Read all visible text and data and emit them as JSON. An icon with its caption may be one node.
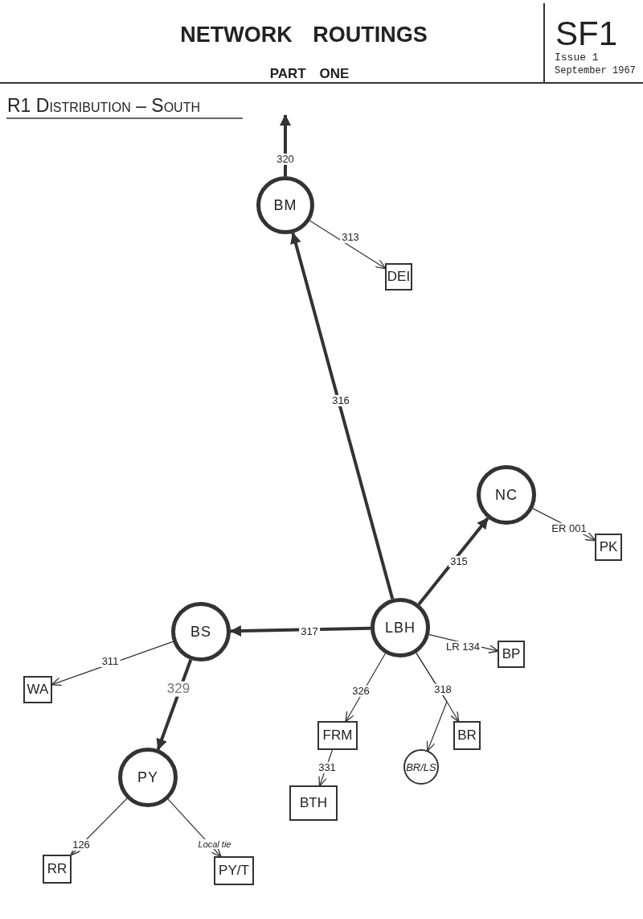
{
  "diagram": {
    "title": "NETWORK ROUTINGS",
    "nodes": [
      {
        "text": [
          "BM"
        ]
      },
      {
        "text": [
          "DEI"
        ]
      },
      {
        "text": [
          "NC"
        ]
      },
      {
        "text": [
          "PK"
        ]
      },
      {
        "text": [
          "LBH"
        ]
      },
      {
        "text": [
          "BS"
        ]
      },
      {
        "text": [
          "WA"
        ]
      },
      {
        "text": [
          "BP"
        ]
      },
      {
        "text": [
          "FRM"
        ]
      },
      {
        "text": [
          "BR"
        ]
      },
      {
        "text": [
          "BR/LS"
        ]
      },
      {
        "text": [
          "BTH"
        ]
      },
      {
        "text": [
          "PY"
        ]
      },
      {
        "text": [
          "RR"
        ]
      },
      {
        "text": [
          "PY/T"
        ]
      }
    ],
    "edges": [
      {
        "from": 0,
        "to": null,
        "arrow": "to",
        "label": "320",
        "style": "thick"
      },
      {
        "from": 0,
        "to": 1,
        "arrow": "to",
        "label": "313"
      },
      {
        "from": 4,
        "to": 0,
        "arrow": "to",
        "label": "316",
        "style": "thick"
      },
      {
        "from": 4,
        "to": 2,
        "arrow": "to",
        "label": "315",
        "style": "thick"
      },
      {
        "from": 2,
        "to": 3,
        "arrow": "to",
        "label": "ER 001"
      },
      {
        "from": 4,
        "to": 5,
        "arrow": "to",
        "label": "317",
        "style": "thick"
      },
      {
        "from": 5,
        "to": 6,
        "arrow": "to",
        "label": "311"
      },
      {
        "from": 5,
        "to": 12,
        "arrow": "to",
        "label": "329",
        "style": "thick"
      },
      {
        "from": 4,
        "to": 7,
        "arrow": "to",
        "label": "LR 134"
      },
      {
        "from": 4,
        "to": 8,
        "arrow": "to",
        "label": "326"
      },
      {
        "from": 4,
        "to": 9,
        "arrow": "to",
        "label": "318"
      },
      {
        "from": 4,
        "to": 10,
        "arrow": "to"
      },
      {
        "from": 8,
        "to": 11,
        "arrow": "to",
        "label": "331"
      },
      {
        "from": 12,
        "to": 13,
        "arrow": "to",
        "label": "126"
      },
      {
        "from": 12,
        "to": 14,
        "arrow": "to",
        "label": "Local tie"
      }
    ],
    "labels": [
      "PART ONE",
      "SF1",
      "Issue 1",
      "September 1967",
      "R1 Distribution – South"
    ]
  }
}
